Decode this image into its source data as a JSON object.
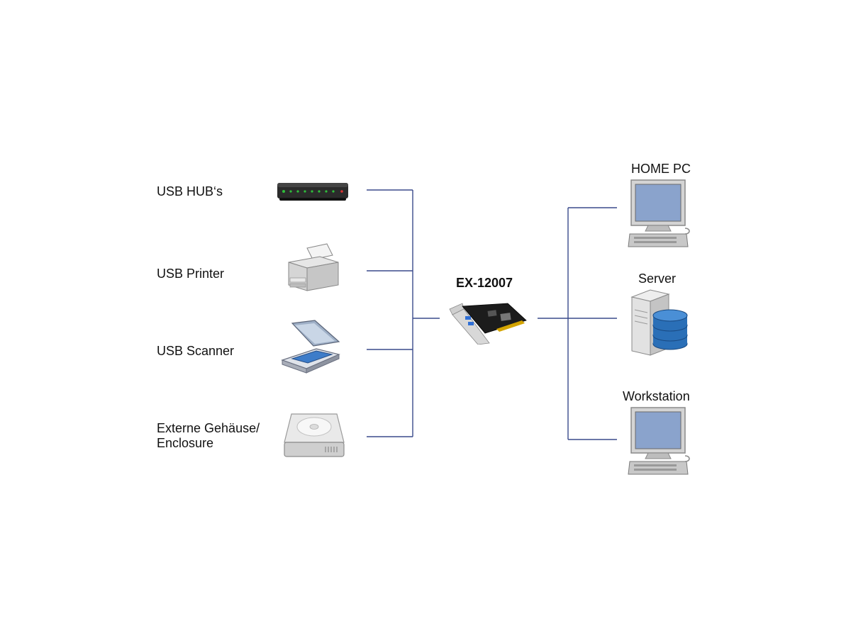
{
  "center": {
    "title": "EX-12007",
    "icon": "pcie-usb-card-icon"
  },
  "left_devices": [
    {
      "label": "USB HUB‘s",
      "icon": "usb-hub-icon"
    },
    {
      "label": "USB Printer",
      "icon": "printer-icon"
    },
    {
      "label": "USB Scanner",
      "icon": "scanner-icon"
    },
    {
      "label_line1": "Externe Gehäuse/",
      "label_line2": "Enclosure",
      "icon": "hard-drive-icon"
    }
  ],
  "right_devices": [
    {
      "label": "HOME PC",
      "icon": "desktop-pc-icon"
    },
    {
      "label": "Server",
      "icon": "server-database-icon"
    },
    {
      "label": "Workstation",
      "icon": "workstation-icon"
    }
  ],
  "colors": {
    "connector": "#3a4a8c",
    "monitor_screen": "#8aa3cc",
    "database": "#2a6fb7"
  }
}
